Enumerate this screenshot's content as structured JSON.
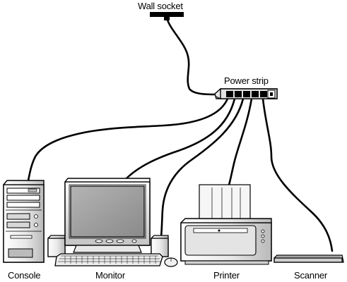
{
  "labels": {
    "wall_socket": "Wall socket",
    "power_strip": "Power strip",
    "console": "Console",
    "monitor": "Monitor",
    "printer": "Printer",
    "scanner": "Scanner"
  },
  "colors": {
    "ink": "#000000",
    "light_fill": "#f4f4f4",
    "mid_fill": "#d4d4d4",
    "dark_fill": "#8c8c8c",
    "screen": "#9a9a9a"
  },
  "icons": {
    "wall_socket": "wall-plug-icon",
    "power_strip": "power-strip-icon",
    "console": "desktop-tower-icon",
    "monitor": "crt-monitor-icon",
    "printer": "inkjet-printer-icon",
    "scanner": "flatbed-scanner-icon"
  }
}
